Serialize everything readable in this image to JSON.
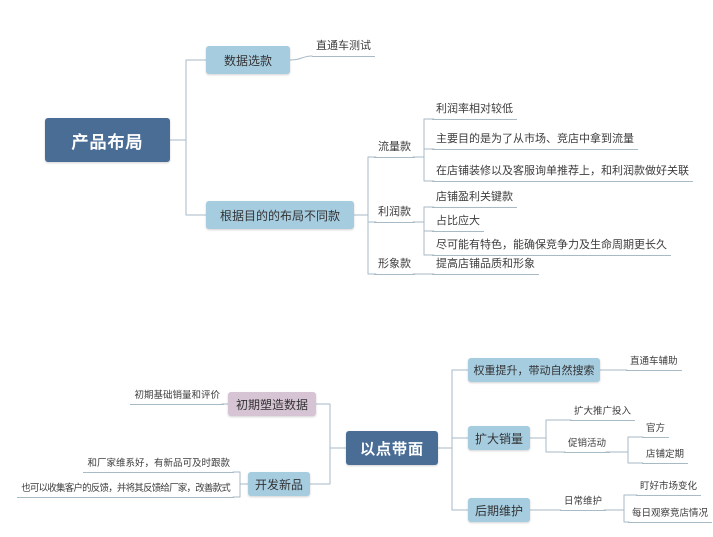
{
  "colors": {
    "canvas_bg": "#ffffff",
    "root_bg": "#4a6d96",
    "root_text": "#ffffff",
    "branch_bg": "#a6cce0",
    "branch_alt_bg": "#d6c4d4",
    "line": "#a9bac7",
    "leaf_text": "#3c3c3c"
  },
  "product_map": {
    "root": "产品布局",
    "data_selection": "数据选款",
    "ztc_test": "直通车测试",
    "layout_by_purpose": "根据目的的布局不同款",
    "traffic_style": "流量款",
    "traffic_note_1": "利润率相对较低",
    "traffic_note_2": "主要目的是为了从市场、竞店中拿到流量",
    "traffic_note_3": "在店铺装修以及客服询单推荐上，和利润款做好关联",
    "profit_style": "利润款",
    "profit_note_1": "店铺盈利关键款",
    "profit_note_2": "占比应大",
    "profit_note_3": "尽可能有特色，能确保竞争力及生命周期更长久",
    "image_style": "形象款",
    "image_note_1": "提高店铺品质和形象"
  },
  "point_map": {
    "root": "以点带面",
    "initial_data": "初期塑造数据",
    "initial_note": "初期基础销量和评价",
    "develop_new": "开发新品",
    "develop_note_1": "和厂家维系好，有新品可及时跟款",
    "develop_note_2": "也可以收集客户的反馈，并将其反馈给厂家，改善款式",
    "weight_boost": "权重提升，带动自然搜索",
    "ztc_assist": "直通车辅助",
    "expand_sales": "扩大销量",
    "expand_invest": "扩大推广投入",
    "promotion": "促销活动",
    "promo_official": "官方",
    "promo_shop": "店铺定期",
    "later_maintain": "后期维护",
    "daily_maintain": "日常维护",
    "watch_market": "盯好市场变化",
    "watch_rivals": "每日观察竞店情况"
  }
}
